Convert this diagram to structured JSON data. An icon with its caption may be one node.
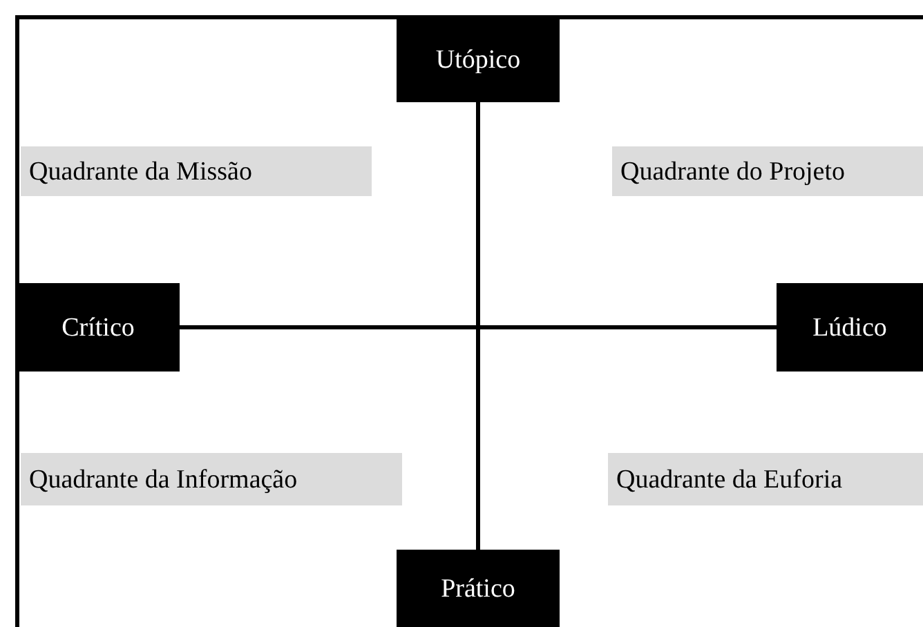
{
  "diagram": {
    "nodes": [
      {
        "text": [
          "Utópico"
        ]
      },
      {
        "text": [
          "Quadrante da Missão"
        ]
      },
      {
        "text": [
          "Quadrante do Projeto"
        ]
      },
      {
        "text": [
          "Crítico"
        ]
      },
      {
        "text": [
          "Lúdico"
        ]
      },
      {
        "text": [
          "Quadrante da Informação"
        ]
      },
      {
        "text": [
          "Quadrante da Euforia"
        ]
      },
      {
        "text": [
          "Prático"
        ]
      }
    ],
    "edges": [
      {
        "from": 0,
        "to": 7,
        "arrow": "none"
      },
      {
        "from": 3,
        "to": 4,
        "arrow": "none"
      }
    ]
  }
}
